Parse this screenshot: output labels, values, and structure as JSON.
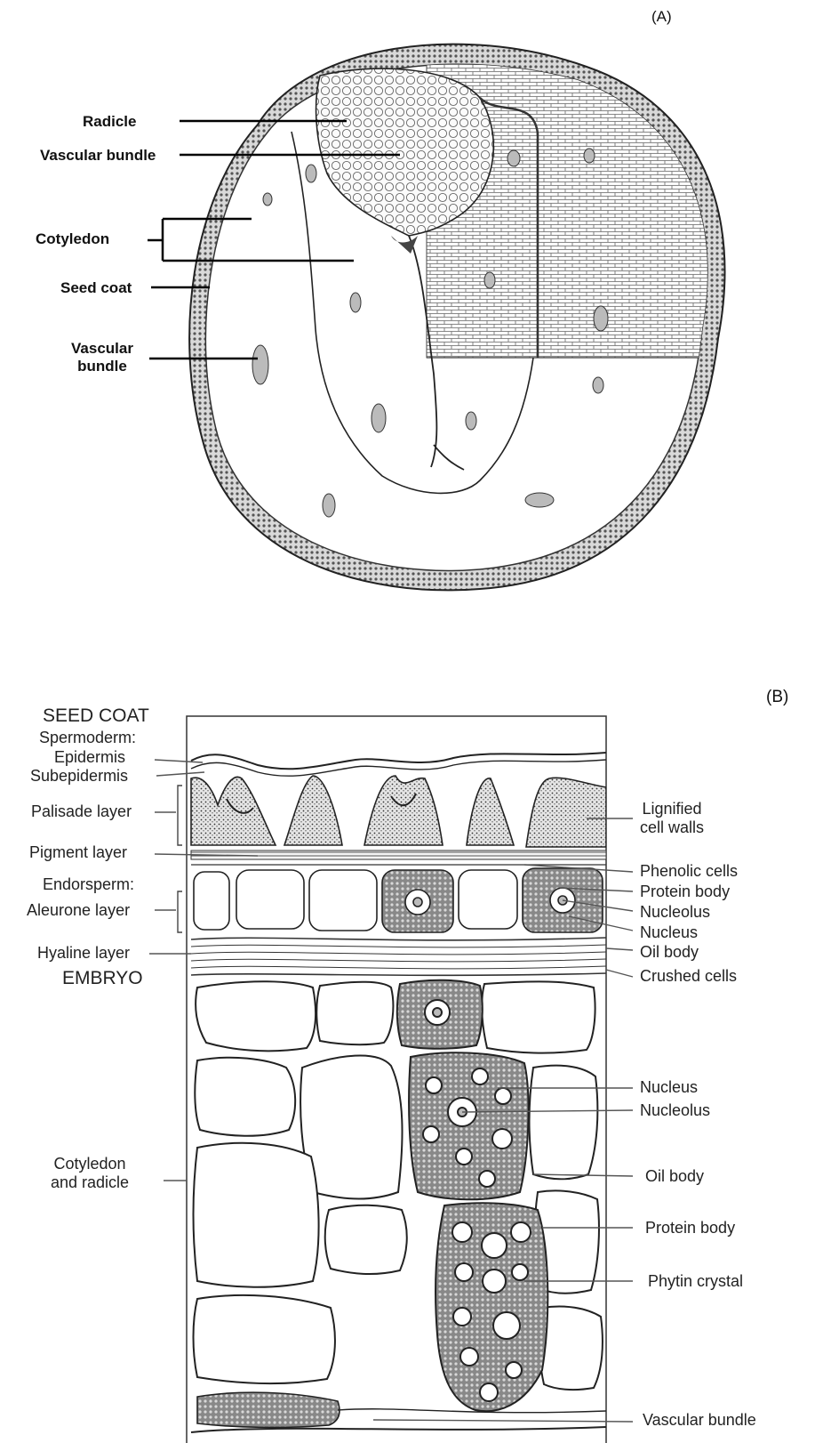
{
  "panel_a": {
    "tag": "(A)",
    "labels": {
      "radicle": "Radicle",
      "vascular_bundle_top": "Vascular bundle",
      "cotyledon": "Cotyledon",
      "seed_coat": "Seed coat",
      "vascular_bundle_lower_1": "Vascular",
      "vascular_bundle_lower_2": "bundle"
    }
  },
  "panel_b": {
    "tag": "(B)",
    "left_labels": {
      "seed_coat": "SEED COAT",
      "spermoderm": "Spermoderm:",
      "epidermis": "Epidermis",
      "subepidermis": "Subepidermis",
      "palisade_layer": "Palisade layer",
      "pigment_layer": "Pigment layer",
      "endosperm": "Endorsperm:",
      "aleurone_layer": "Aleurone layer",
      "hyaline_layer": "Hyaline layer",
      "embryo": "EMBRYO",
      "cotyledon_1": "Cotyledon",
      "cotyledon_2": "and radicle"
    },
    "right_labels": {
      "lignified_1": "Lignified",
      "lignified_2": "cell walls",
      "phenolic_cells": "Phenolic cells",
      "protein_body_top": "Protein body",
      "nucleolus_top": "Nucleolus",
      "nucleus_top": "Nucleus",
      "oil_body_top": "Oil body",
      "crushed_cells": "Crushed cells",
      "nucleus_mid": "Nucleus",
      "nucleolus_mid": "Nucleolus",
      "oil_body_mid": "Oil body",
      "protein_body_bottom": "Protein body",
      "phytin_crystal": "Phytin crystal",
      "vascular_bundle": "Vascular bundle"
    }
  }
}
